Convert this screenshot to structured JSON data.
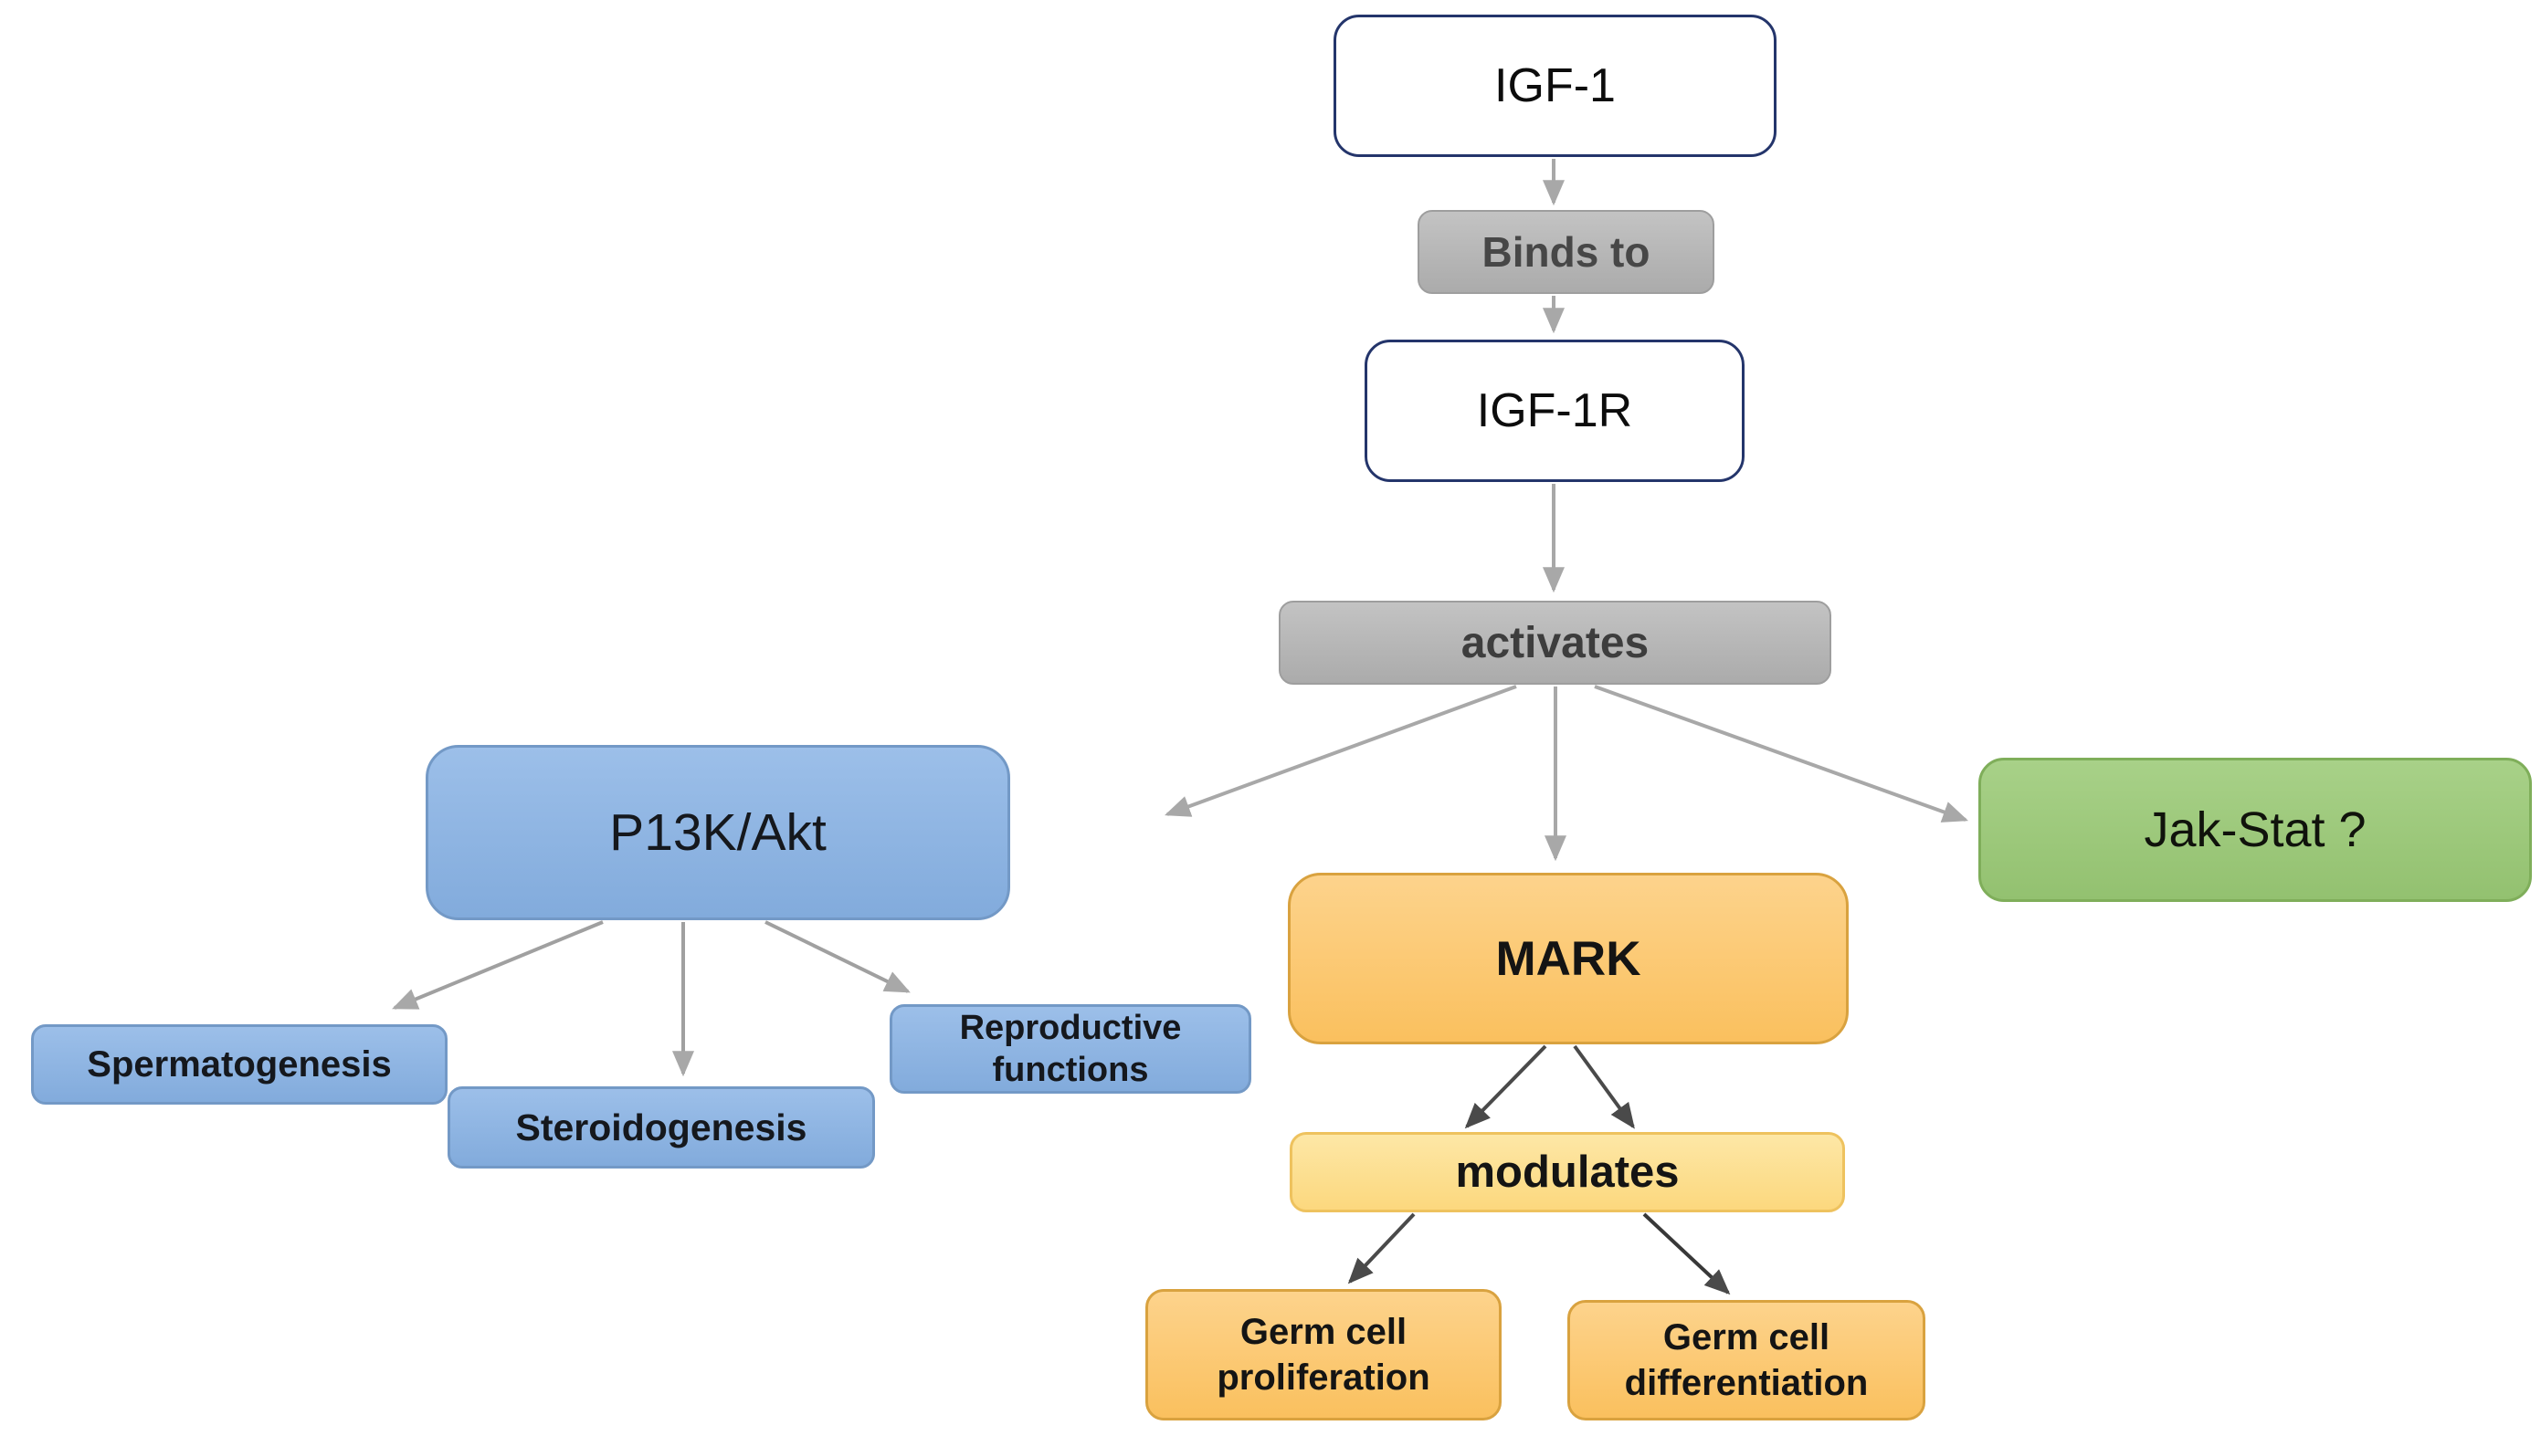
{
  "diagram": {
    "type": "flowchart",
    "topic": "IGF-1 signaling pathway",
    "nodes": {
      "igf1": {
        "label": "IGF-1",
        "shape": "rounded-rect",
        "fill": "#ffffff"
      },
      "binds_to": {
        "label": "Binds to",
        "shape": "rounded-rect",
        "fill": "#ababab"
      },
      "igf1r": {
        "label": "IGF-1R",
        "shape": "rounded-rect",
        "fill": "#ffffff"
      },
      "activates": {
        "label": "activates",
        "shape": "rounded-rect",
        "fill": "#b5b5b5"
      },
      "p13k_akt": {
        "label": "P13K/Akt",
        "shape": "rounded-rect",
        "fill": "#8db3e2"
      },
      "spermatogenesis": {
        "label": "Spermatogenesis",
        "shape": "rounded-rect",
        "fill": "#8db3e2"
      },
      "steroidogenesis": {
        "label": "Steroidogenesis",
        "shape": "rounded-rect",
        "fill": "#8db3e2"
      },
      "reproductive_functions": {
        "label_line1": "Reproductive",
        "label_line2": "functions",
        "shape": "rounded-rect",
        "fill": "#8db3e2"
      },
      "mark": {
        "label": "MARK",
        "shape": "rounded-rect",
        "fill": "#fbc567"
      },
      "modulates": {
        "label": "modulates",
        "shape": "rounded-rect",
        "fill": "#fcd87e"
      },
      "germ_cell_proliferation": {
        "label_line1": "Germ cell",
        "label_line2": "proliferation",
        "shape": "rounded-rect",
        "fill": "#fbc567"
      },
      "germ_cell_differentiation": {
        "label_line1": "Germ cell",
        "label_line2": "differentiation",
        "shape": "rounded-rect",
        "fill": "#fbc567"
      },
      "jak_stat": {
        "label": "Jak-Stat ?",
        "shape": "rounded-rect",
        "fill": "#9dc97d"
      }
    },
    "edges": [
      {
        "from": "igf1",
        "to": "binds_to",
        "color": "#a8a8a8"
      },
      {
        "from": "binds_to",
        "to": "igf1r",
        "color": "#a8a8a8"
      },
      {
        "from": "igf1r",
        "to": "activates",
        "color": "#a8a8a8"
      },
      {
        "from": "activates",
        "to": "p13k_akt",
        "color": "#a8a8a8"
      },
      {
        "from": "activates",
        "to": "mark",
        "color": "#a8a8a8"
      },
      {
        "from": "activates",
        "to": "jak_stat",
        "color": "#a8a8a8"
      },
      {
        "from": "p13k_akt",
        "to": "spermatogenesis",
        "color": "#a0a0a0"
      },
      {
        "from": "p13k_akt",
        "to": "steroidogenesis",
        "color": "#a0a0a0"
      },
      {
        "from": "p13k_akt",
        "to": "reproductive_functions",
        "color": "#a0a0a0"
      },
      {
        "from": "mark",
        "to": "modulates",
        "color": "#4a4a4a"
      },
      {
        "from": "modulates",
        "to": "germ_cell_proliferation",
        "color": "#4a4a4a"
      },
      {
        "from": "modulates",
        "to": "germ_cell_differentiation",
        "color": "#383838"
      }
    ],
    "colors": {
      "blue_fill": "#8db3e2",
      "blue_border": "#7399c6",
      "gray_fill": "#ababab",
      "gray_text": "#474747",
      "orange_fill": "#fbc567",
      "orange_border": "#d9a23f",
      "light_yellow_fill": "#fcd87e",
      "green_fill": "#9dc97d",
      "green_border": "#7fae5a",
      "white_fill": "#ffffff",
      "navy_border": "#24356b",
      "arrow_gray": "#a8a8a8",
      "arrow_dark": "#4a4a4a"
    }
  }
}
